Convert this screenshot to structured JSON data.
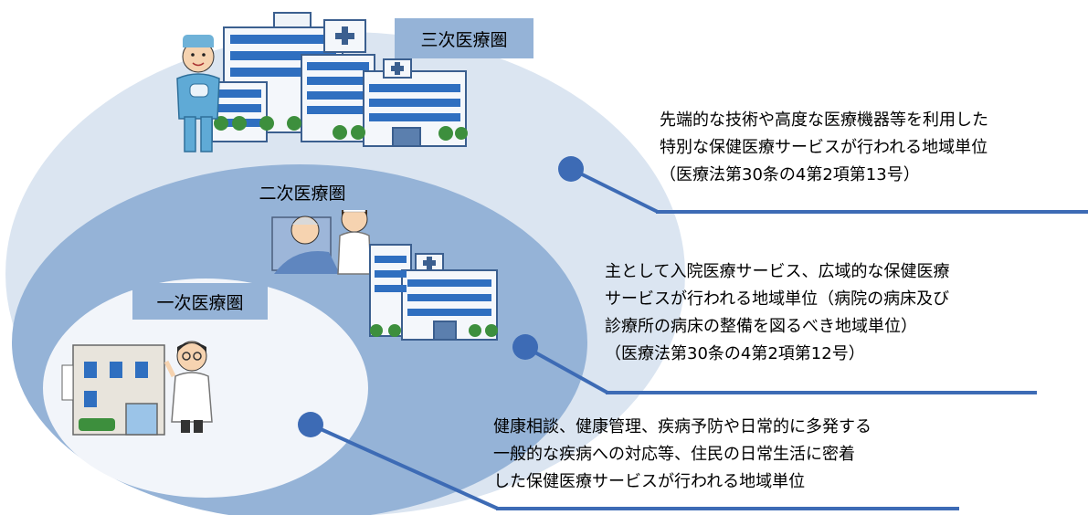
{
  "colors": {
    "tertiary_area": "#dbe5f1",
    "secondary_area": "#95b3d7",
    "primary_area": "#f2f5fa",
    "connector": "#3d6bb5",
    "label_fill": "#95b3d7"
  },
  "zones": {
    "tertiary": {
      "label": "三次医療圏",
      "icon": "hospital-complex-with-surgeon-icon"
    },
    "secondary": {
      "label": "二次医療圏",
      "icon": "hospital-with-patient-and-nurse-icon"
    },
    "primary": {
      "label": "一次医療圏",
      "icon": "clinic-with-doctor-icon"
    }
  },
  "descriptions": {
    "tertiary": [
      "先端的な技術や高度な医療機器等を利用した",
      "特別な保健医療サービスが行われる地域単位",
      "（医療法第30条の4第2項第13号）"
    ],
    "secondary": [
      "主として入院医療サービス、広域的な保健医療",
      "サービスが行われる地域単位（病院の病床及び",
      "診療所の病床の整備を図るべき地域単位）",
      "（医療法第30条の4第2項第12号）"
    ],
    "primary": [
      "健康相談、健康管理、疾病予防や日常的に多発する",
      "一般的な疾病への対応等、住民の日常生活に密着",
      "した保健医療サービスが行われる地域単位"
    ]
  }
}
